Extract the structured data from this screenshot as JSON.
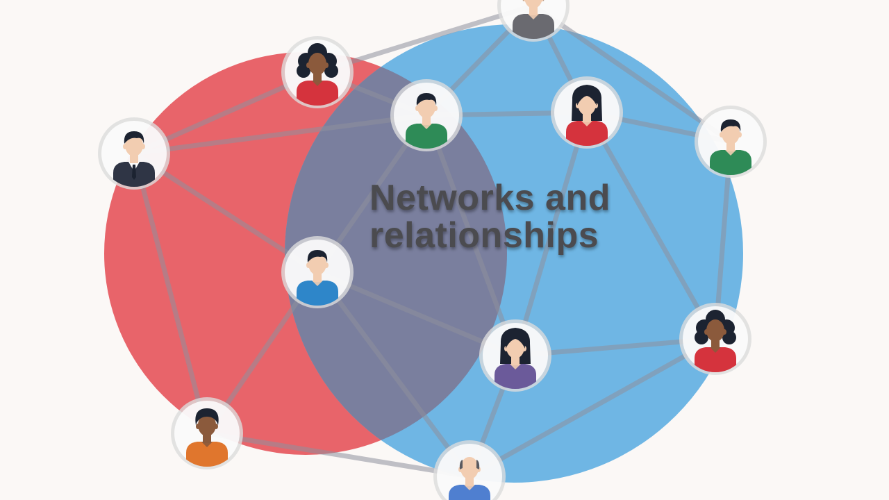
{
  "title": {
    "line1": "Networks and",
    "line2": "relationships"
  },
  "colors": {
    "background": "#fbf8f6",
    "red_group": "#e8646a",
    "blue_group": "#6fb6e4",
    "overlap": "#7a7f9e",
    "link": "#8e8f9c",
    "node_ring": "#dcdcdc"
  },
  "nodes": [
    {
      "id": "top-center",
      "name": "person-node-top-center",
      "shirt": "#6a6a70",
      "hair": "#333438",
      "skin": "#f2cdb1",
      "gender": "female-short"
    },
    {
      "id": "woman-red-top",
      "name": "person-node-woman-red-top",
      "shirt": "#d5333d",
      "hair": "#1c2331",
      "skin": "#8b5a3c",
      "gender": "female-curly"
    },
    {
      "id": "man-green-center",
      "name": "person-node-man-green-center",
      "shirt": "#2e8b57",
      "hair": "#1c2331",
      "skin": "#f2cdb1",
      "gender": "male"
    },
    {
      "id": "woman-red-right",
      "name": "person-node-woman-red-right",
      "shirt": "#d5333d",
      "hair": "#1c2331",
      "skin": "#f2cdb1",
      "gender": "female-long"
    },
    {
      "id": "man-green-far-right",
      "name": "person-node-man-green-far-right",
      "shirt": "#2e8b57",
      "hair": "#1c2331",
      "skin": "#f2cdb1",
      "gender": "male"
    },
    {
      "id": "man-suit-left",
      "name": "person-node-man-suit-left",
      "shirt": "#2f3545",
      "hair": "#1c2331",
      "skin": "#f2cdb1",
      "gender": "male-suit"
    },
    {
      "id": "man-blue-middle",
      "name": "person-node-man-blue-middle",
      "shirt": "#2e86c9",
      "hair": "#1c2331",
      "skin": "#f2cdb1",
      "gender": "male"
    },
    {
      "id": "woman-purple-lower",
      "name": "person-node-woman-purple-lower",
      "shirt": "#6b5a9a",
      "hair": "#1c2331",
      "skin": "#f2cdb1",
      "gender": "female-long"
    },
    {
      "id": "woman-red-lower-right",
      "name": "person-node-woman-red-lower-right",
      "shirt": "#d5333d",
      "hair": "#1c2331",
      "skin": "#8b5a3c",
      "gender": "female-curly"
    },
    {
      "id": "man-orange-bottom-left",
      "name": "person-node-man-orange-bottom-left",
      "shirt": "#e0762d",
      "hair": "#1c2331",
      "skin": "#8b5a3c",
      "gender": "male-afro"
    },
    {
      "id": "man-blue-bottom",
      "name": "person-node-man-blue-bottom",
      "shirt": "#4f7fd0",
      "hair": "#5a5a60",
      "skin": "#f2cdb1",
      "gender": "male-bald"
    }
  ],
  "links": [
    [
      "top-center",
      "man-green-center"
    ],
    [
      "top-center",
      "woman-red-right"
    ],
    [
      "top-center",
      "man-green-far-right"
    ],
    [
      "top-center",
      "woman-red-top"
    ],
    [
      "woman-red-top",
      "man-green-center"
    ],
    [
      "woman-red-top",
      "man-suit-left"
    ],
    [
      "man-suit-left",
      "man-green-center"
    ],
    [
      "man-suit-left",
      "man-blue-middle"
    ],
    [
      "man-suit-left",
      "man-orange-bottom-left"
    ],
    [
      "man-green-center",
      "woman-red-right"
    ],
    [
      "man-green-center",
      "man-blue-middle"
    ],
    [
      "man-green-center",
      "woman-purple-lower"
    ],
    [
      "woman-red-right",
      "man-green-far-right"
    ],
    [
      "woman-red-right",
      "woman-purple-lower"
    ],
    [
      "woman-red-right",
      "woman-red-lower-right"
    ],
    [
      "man-green-far-right",
      "woman-red-lower-right"
    ],
    [
      "man-blue-middle",
      "woman-purple-lower"
    ],
    [
      "man-blue-middle",
      "man-orange-bottom-left"
    ],
    [
      "man-blue-middle",
      "man-blue-bottom"
    ],
    [
      "woman-purple-lower",
      "woman-red-lower-right"
    ],
    [
      "woman-purple-lower",
      "man-blue-bottom"
    ],
    [
      "woman-red-lower-right",
      "man-blue-bottom"
    ],
    [
      "man-orange-bottom-left",
      "man-blue-bottom"
    ]
  ]
}
